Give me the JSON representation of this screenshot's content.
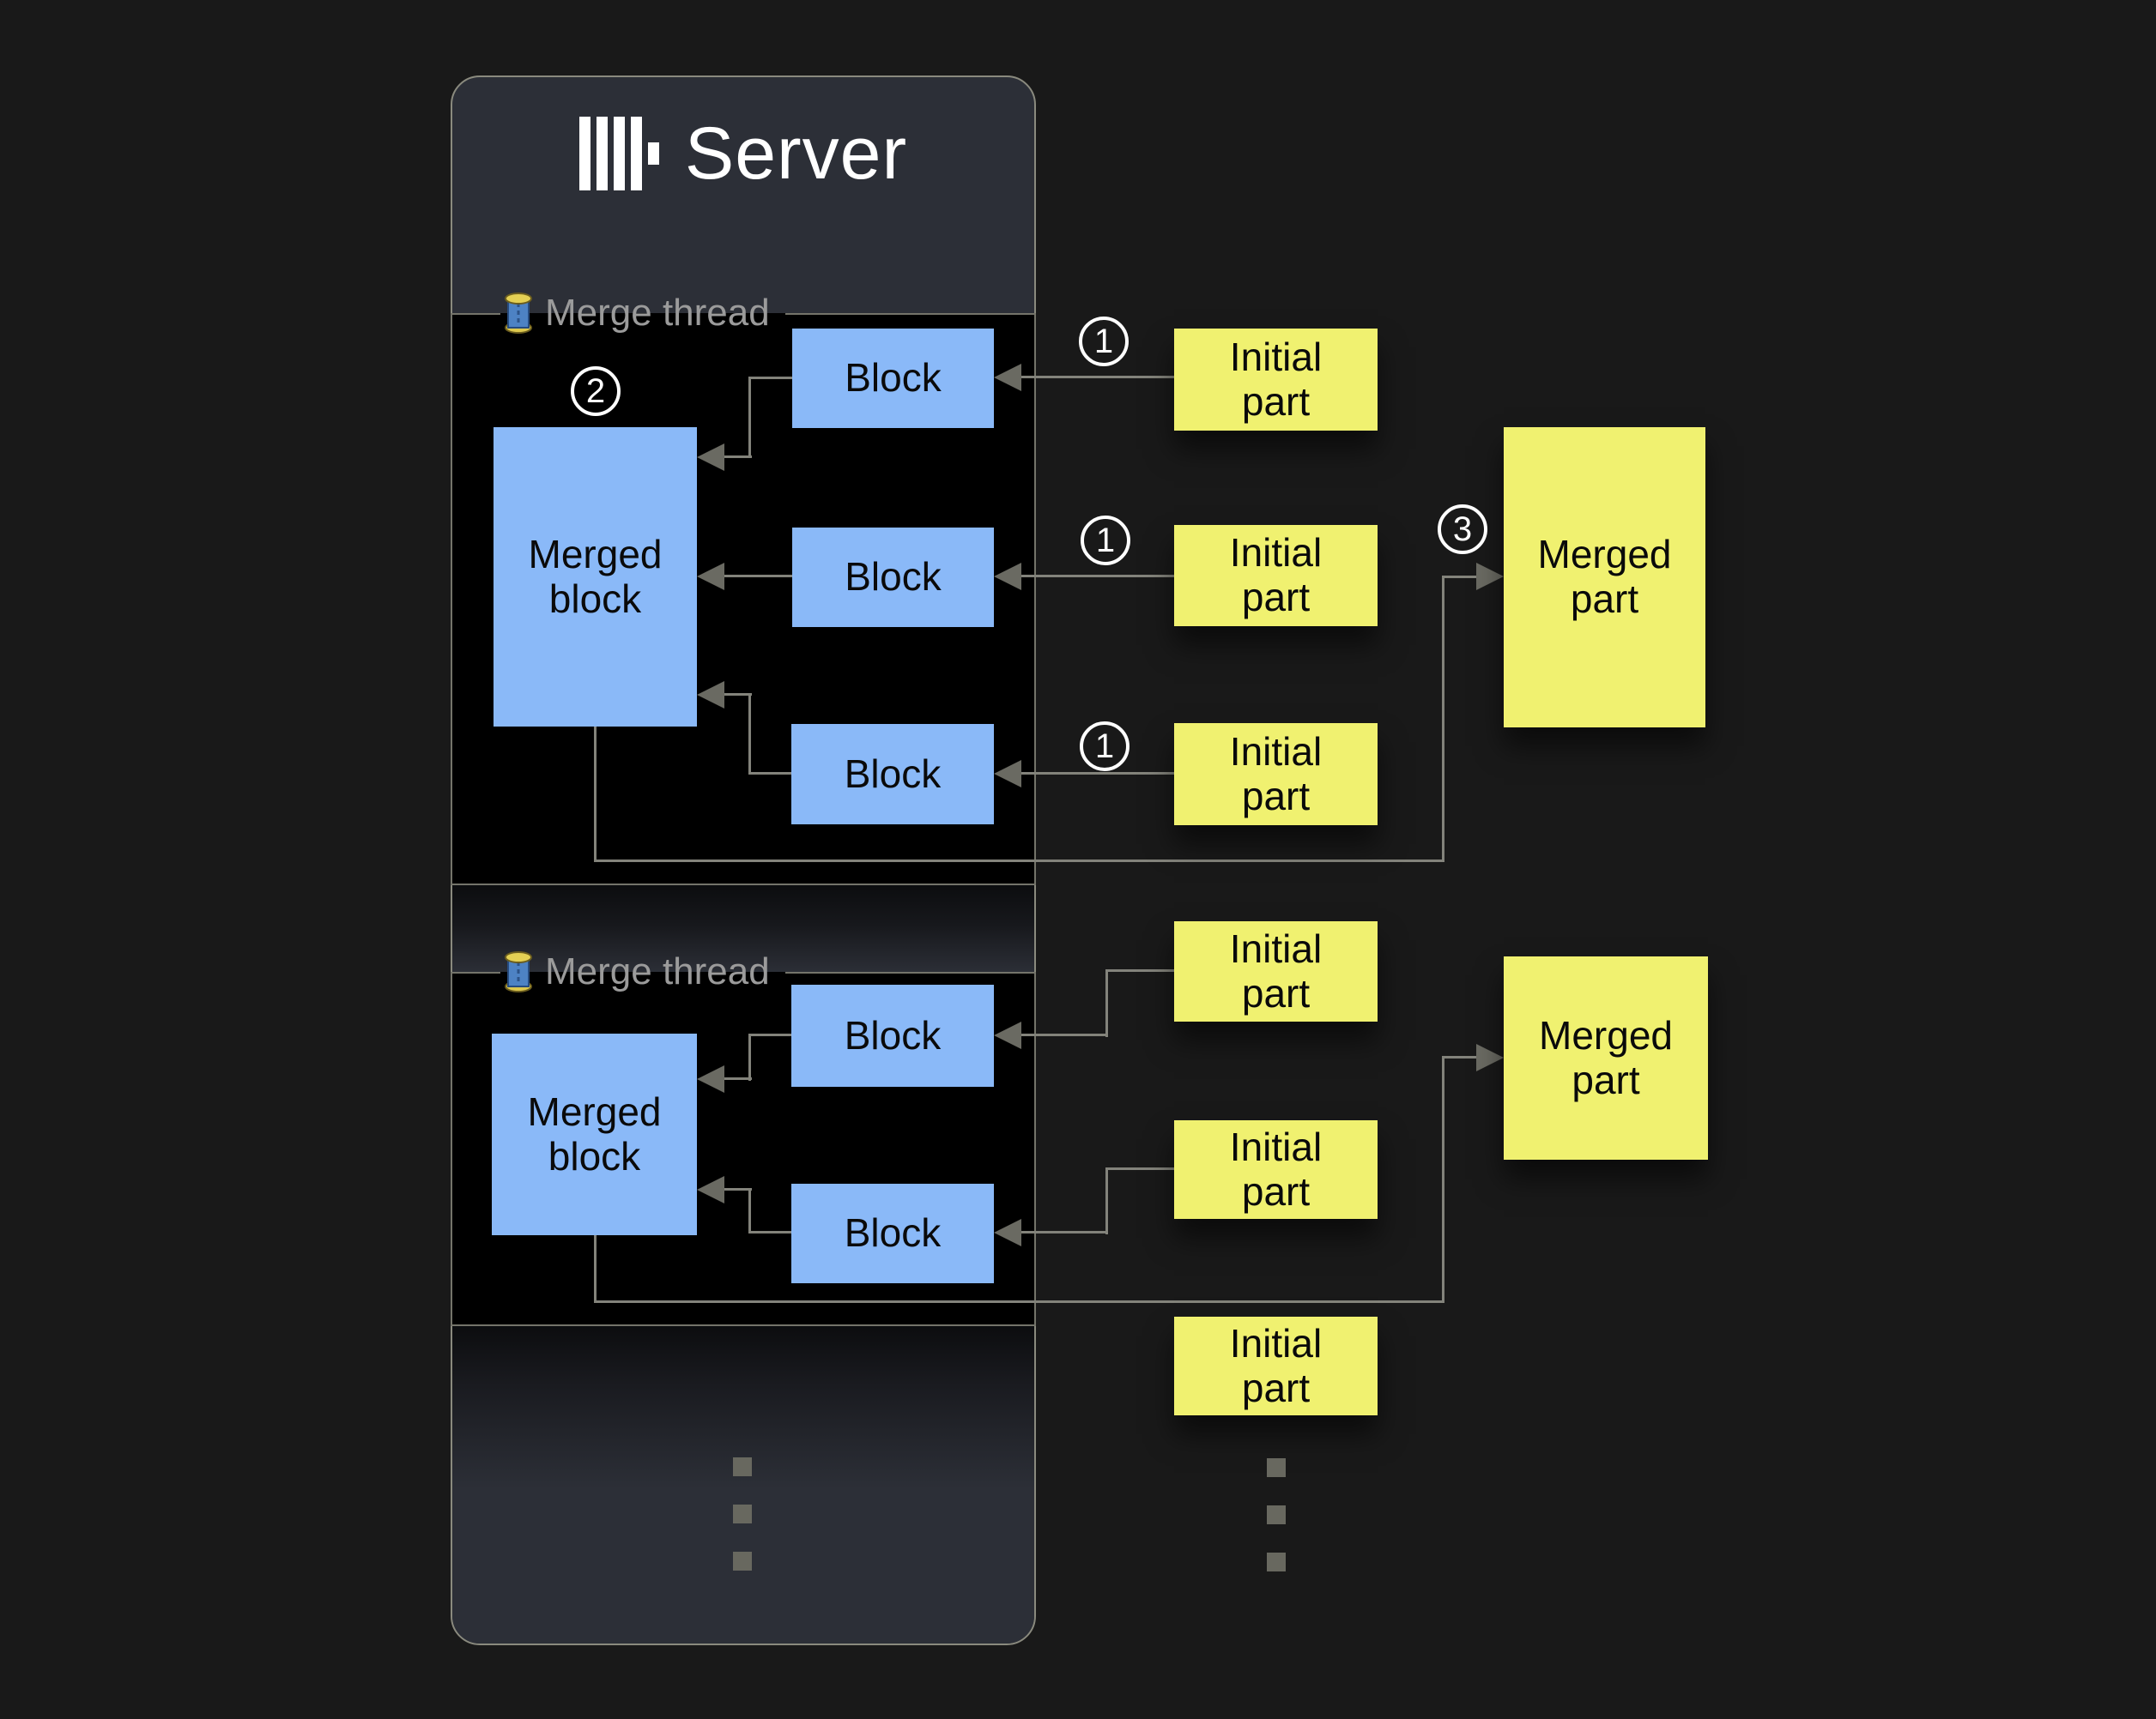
{
  "title": "Server",
  "sections": [
    {
      "label": "Merge thread",
      "badge": "2",
      "merged_block_label": "Merged block",
      "blocks": [
        {
          "label": "Block"
        },
        {
          "label": "Block"
        },
        {
          "label": "Block"
        }
      ]
    },
    {
      "label": "Merge thread",
      "merged_block_label": "Merged block",
      "blocks": [
        {
          "label": "Block"
        },
        {
          "label": "Block"
        }
      ]
    }
  ],
  "parts": {
    "initial": [
      {
        "label": "Initial part",
        "badge": "1"
      },
      {
        "label": "Initial part",
        "badge": "1"
      },
      {
        "label": "Initial part",
        "badge": "1"
      },
      {
        "label": "Initial part"
      },
      {
        "label": "Initial part"
      },
      {
        "label": "Initial part"
      }
    ],
    "merged": [
      {
        "label": "Merged part",
        "badge": "3"
      },
      {
        "label": "Merged part"
      }
    ]
  },
  "icons": {
    "logo": "clickhouse-bars-logo",
    "section_icon": "thread-spool-icon",
    "continuation": "vertical-ellipsis-dots"
  },
  "colors": {
    "page_bg": "#191919",
    "panel_bg": "#2c2f37",
    "panel_border": "#8a8a7e",
    "section_bg": "#000000",
    "section_border": "#74746a",
    "label_gray": "#9b9b9b",
    "title_white": "#ffffff",
    "block_blue": "#8ab9f8",
    "part_yellow": "#f0f170",
    "line_gray": "#83837b",
    "arrow_gray": "#6a6a62",
    "dot_gray": "#68685f"
  }
}
